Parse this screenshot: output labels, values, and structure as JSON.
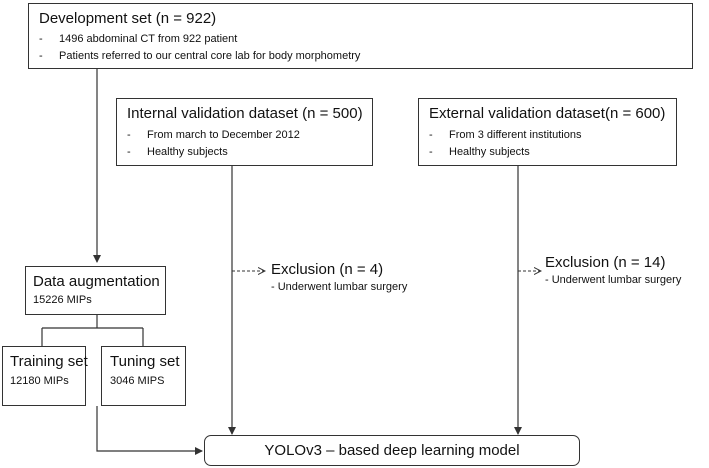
{
  "development": {
    "title": "Development set (n = 922)",
    "bullets": [
      "1496 abdominal CT from 922 patient",
      "Patients referred to our central core lab for body morphometry"
    ]
  },
  "internal": {
    "title": "Internal validation dataset (n = 500)",
    "bullets": [
      "From march to December 2012",
      "Healthy subjects"
    ]
  },
  "external": {
    "title": "External validation dataset(n = 600)",
    "bullets": [
      "From 3 different institutions",
      "Healthy subjects"
    ]
  },
  "augmentation": {
    "title": "Data augmentation",
    "sub": "15226 MIPs"
  },
  "training": {
    "title": "Training set",
    "sub": "12180 MIPs"
  },
  "tuning": {
    "title": "Tuning set",
    "sub": "3046 MIPS"
  },
  "exclusion_internal": {
    "title": "Exclusion (n = 4)",
    "note": "- Underwent lumbar surgery"
  },
  "exclusion_external": {
    "title": "Exclusion (n = 14)",
    "note": "- Underwent lumbar surgery"
  },
  "model": {
    "title": "YOLOv3 – based deep learning model"
  },
  "bullet_dash": "-"
}
